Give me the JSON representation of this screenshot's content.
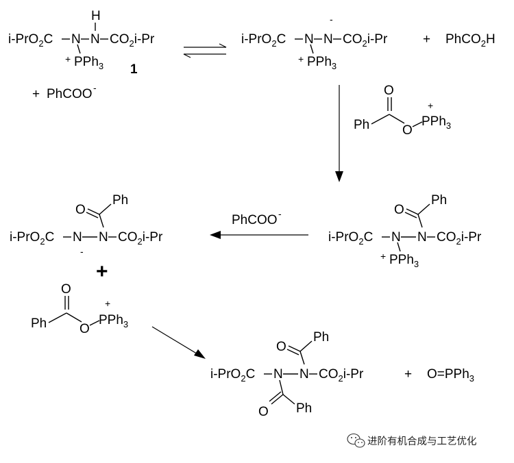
{
  "labels": {
    "ipr_o2c": "i-PrO",
    "o2c_sub": "2",
    "c_atom": "C",
    "n_atom": "N",
    "h_atom": "H",
    "co2_ipr_a": "CO",
    "co2_ipr_sub": "2",
    "co2_ipr_b": "i-Pr",
    "pph3_a": "PPh",
    "pph3_sub": "3",
    "plus": "+",
    "minus": "-",
    "o_atom": "O",
    "ph": "Ph",
    "compound_number": "1",
    "phcoo_minus_text": "PhCOO",
    "phco2h_a": "PhCO",
    "phco2h_sub": "2",
    "phco2h_h": "H",
    "o_pph3": "O=PPh",
    "o_pph3_sub": "3"
  },
  "watermark": {
    "text": "进阶有机合成与工艺优化",
    "icon": "wechat-icon"
  }
}
